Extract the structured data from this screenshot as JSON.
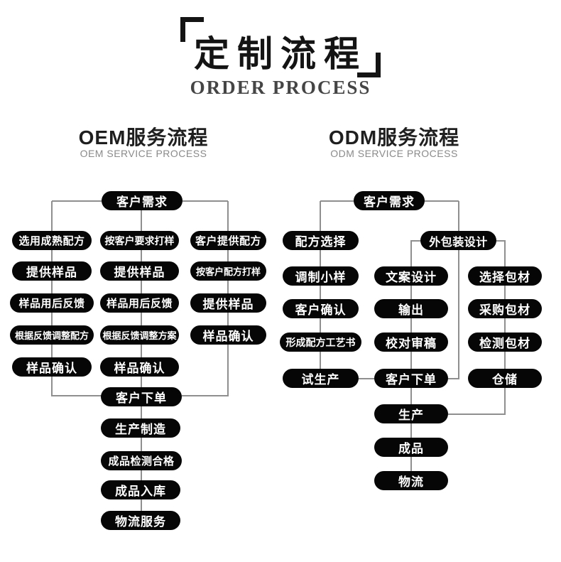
{
  "title": {
    "zh": "定制流程",
    "en": "ORDER PROCESS"
  },
  "oem": {
    "heading": "OEM服务流程",
    "subheading": "OEM SERVICE PROCESS",
    "nodes": {
      "root": "客户需求",
      "col1": [
        "选用成熟配方",
        "提供样品",
        "样品用后反馈",
        "根据反馈调整配方",
        "样品确认"
      ],
      "col2": [
        "按客户要求打样",
        "提供样品",
        "样品用后反馈",
        "根据反馈调整方案",
        "样品确认"
      ],
      "col3": [
        "客户提供配方",
        "按客户配方打样",
        "提供样品",
        "样品确认"
      ],
      "tail": [
        "客户下单",
        "生产制造",
        "成品检测合格",
        "成品入库",
        "物流服务"
      ]
    }
  },
  "odm": {
    "heading": "ODM服务流程",
    "subheading": "ODM SERVICE PROCESS",
    "nodes": {
      "root": "客户需求",
      "col1": [
        "配方选择",
        "调制小样",
        "客户确认",
        "形成配方工艺书",
        "试生产"
      ],
      "col2": [
        "文案设计",
        "输出",
        "校对审稿",
        "客户下单"
      ],
      "col3": [
        "外包装设计",
        "选择包材",
        "采购包材",
        "检测包材",
        "仓储"
      ],
      "tail": [
        "生产",
        "成品",
        "物流"
      ]
    }
  },
  "colors": {
    "node_bg": "#060606",
    "node_text": "#ffffff",
    "connector": "#8f8f8f",
    "title_dark": "#141414",
    "subtitle_gray": "#454545",
    "muted_gray": "#8a8a8a",
    "background": "#ffffff"
  }
}
